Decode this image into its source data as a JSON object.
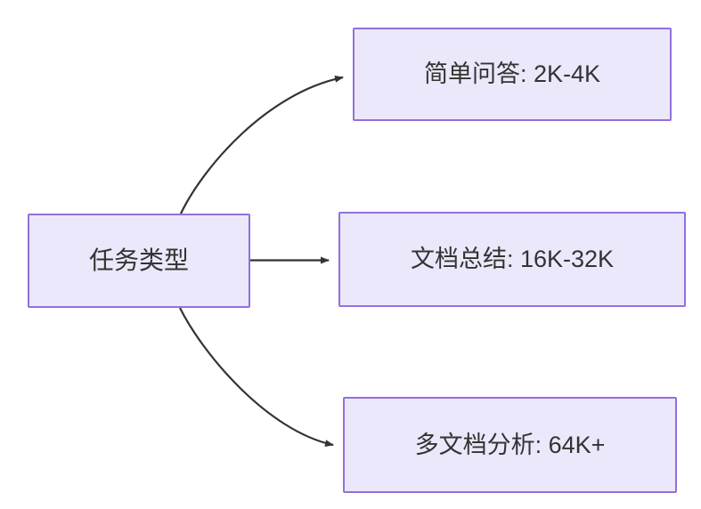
{
  "diagram": {
    "type": "flowchart",
    "direction": "left-to-right",
    "background_color": "#ffffff",
    "node_fill_color": "#eae8fa",
    "node_border_color": "#9370db",
    "node_text_color": "#333333",
    "edge_color": "#333333",
    "root": {
      "id": "root",
      "label": "任务类型"
    },
    "branches": [
      {
        "id": "simple-qa",
        "label": "简单问答: 2K-4K",
        "task": "简单问答",
        "context_length": "2K-4K"
      },
      {
        "id": "doc-summary",
        "label": "文档总结: 16K-32K",
        "task": "文档总结",
        "context_length": "16K-32K"
      },
      {
        "id": "multi-doc",
        "label": "多文档分析: 64K+",
        "task": "多文档分析",
        "context_length": "64K+"
      }
    ]
  }
}
